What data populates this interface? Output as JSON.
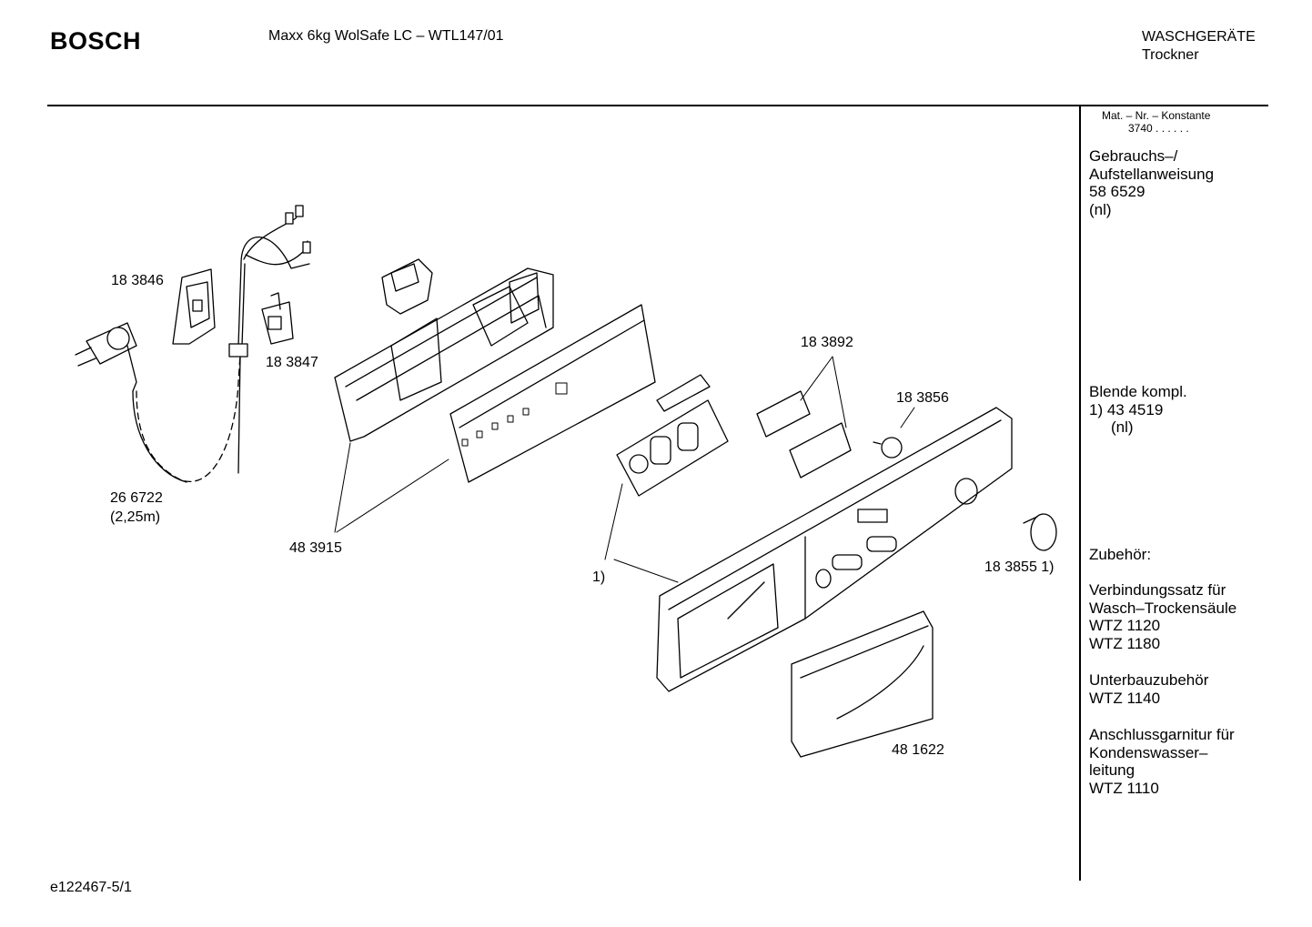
{
  "header": {
    "brand": "BOSCH",
    "model": "Maxx 6kg WolSafe LC – WTL147/01",
    "category_line1": "WASCHGERÄTE",
    "category_line2": "Trockner"
  },
  "sidebar": {
    "mat_nr_header": "Mat. – Nr. – Konstante",
    "mat_nr_value": "3740 .  .  .  .  .  .",
    "manual": {
      "line1": "Gebrauchs–/",
      "line2": "Aufstellanweisung",
      "line3": "58 6529",
      "line4": "(nl)"
    },
    "panel": {
      "line1": "Blende kompl.",
      "line2": "1) 43 4519",
      "line3": "(nl)"
    },
    "accessories": {
      "title": "Zubehör:",
      "g1_line1": "Verbindungssatz für",
      "g1_line2": "Wasch–Trockensäule",
      "g1_line3": "WTZ 1120",
      "g1_line4": "WTZ 1180",
      "g2_line1": "Unterbauzubehör",
      "g2_line2": "WTZ 1140",
      "g3_line1": "Anschlussgarnitur für",
      "g3_line2": "Kondenswasser–",
      "g3_line3": "leitung",
      "g3_line4": "WTZ 1110"
    }
  },
  "parts": {
    "p1": "18 3846",
    "p2": "18 3847",
    "p3": "26 6722",
    "p3b": "(2,25m)",
    "p4": "48 3915",
    "p5": "18 3892",
    "p6": "18 3856",
    "p7": "1)",
    "p8": "18 3855 1)",
    "p9": "48 1622"
  },
  "footer": {
    "code": "e122467-5/1"
  }
}
